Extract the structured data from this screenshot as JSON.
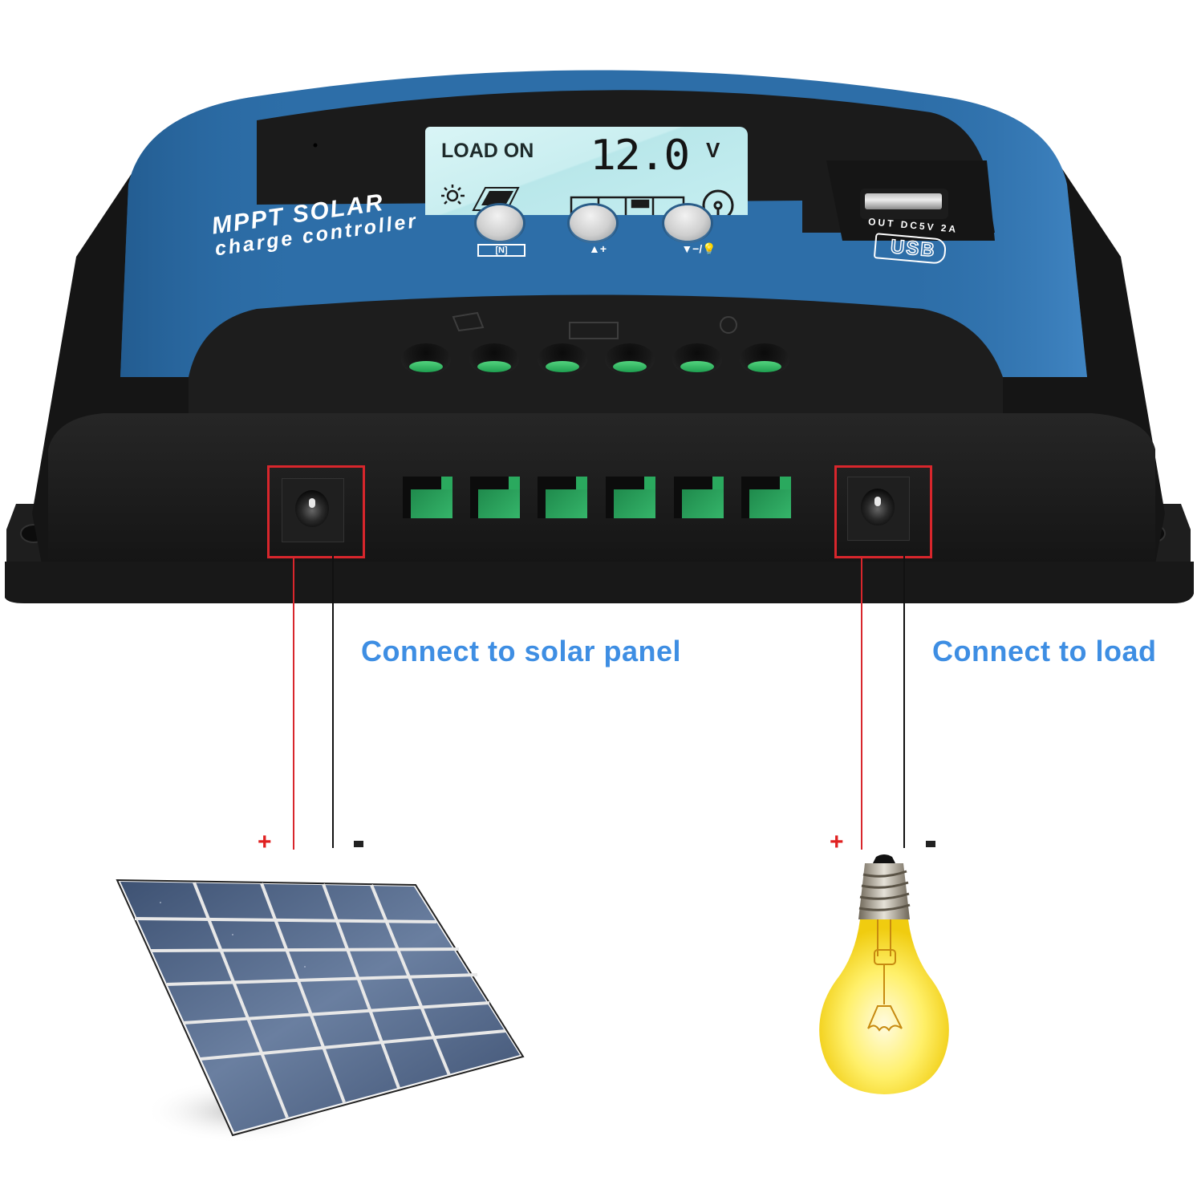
{
  "product": {
    "brand_line1": "MPPT SOLAR",
    "brand_line2": "charge controller",
    "colors": {
      "body_blue": "#2d6ea8",
      "body_black": "#1b1b1b",
      "terminal_green": "#2fb063",
      "callout_red": "#d8262c",
      "caption_blue": "#3e8ee3"
    }
  },
  "lcd": {
    "status": "LOAD ON",
    "value": "12.0",
    "unit": "V",
    "icons": [
      "sun-icon",
      "solar-panel-icon",
      "battery-icon",
      "bulb-icon"
    ]
  },
  "buttons": [
    {
      "name": "menu-button",
      "label": "[N]",
      "icon": "menu-icon"
    },
    {
      "name": "up-button",
      "label": "▲+",
      "icon": "up-plus-icon"
    },
    {
      "name": "down-button",
      "label": "▼−/💡",
      "icon": "down-minus-bulb-icon"
    }
  ],
  "usb": {
    "spec": "OUT DC5V 2A",
    "logo": "USB"
  },
  "terminals": {
    "groups": [
      {
        "icon": "solar-panel-icon",
        "marks": [
          "+",
          "−"
        ]
      },
      {
        "icon": "battery-icon",
        "marks": [
          "+",
          "−"
        ]
      },
      {
        "icon": "bulb-icon",
        "marks": [
          "+",
          "−"
        ]
      }
    ]
  },
  "captions": {
    "solar": "Connect to solar panel",
    "load": "Connect to load"
  },
  "polarity": {
    "solar_plus": "+",
    "solar_minus": "-",
    "load_plus": "+",
    "load_minus": "-"
  }
}
